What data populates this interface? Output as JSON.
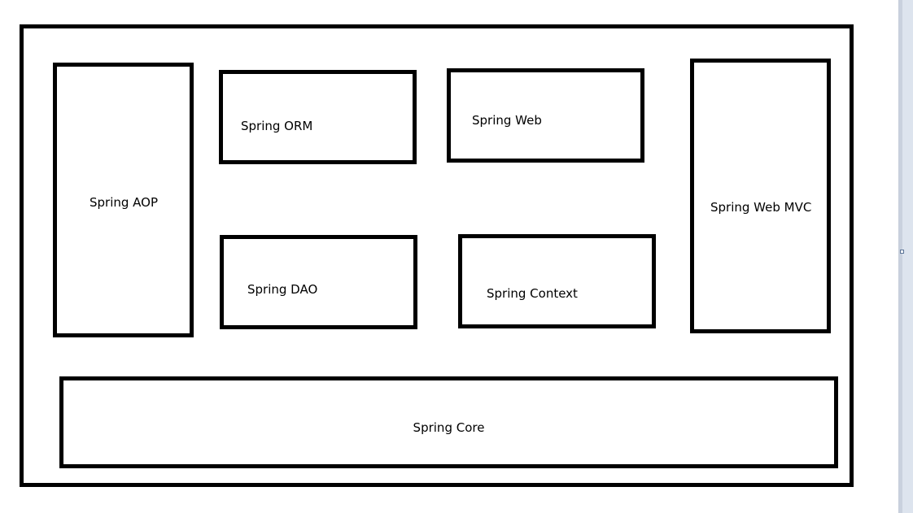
{
  "diagram": {
    "modules": {
      "aop": "Spring AOP",
      "orm": "Spring ORM",
      "web": "Spring Web",
      "web_mvc": "Spring Web MVC",
      "dao": "Spring DAO",
      "context": "Spring Context",
      "core": "Spring Core"
    }
  },
  "colors": {
    "border": "#000000",
    "background": "#ffffff",
    "side_strip": "#dde4ee"
  }
}
